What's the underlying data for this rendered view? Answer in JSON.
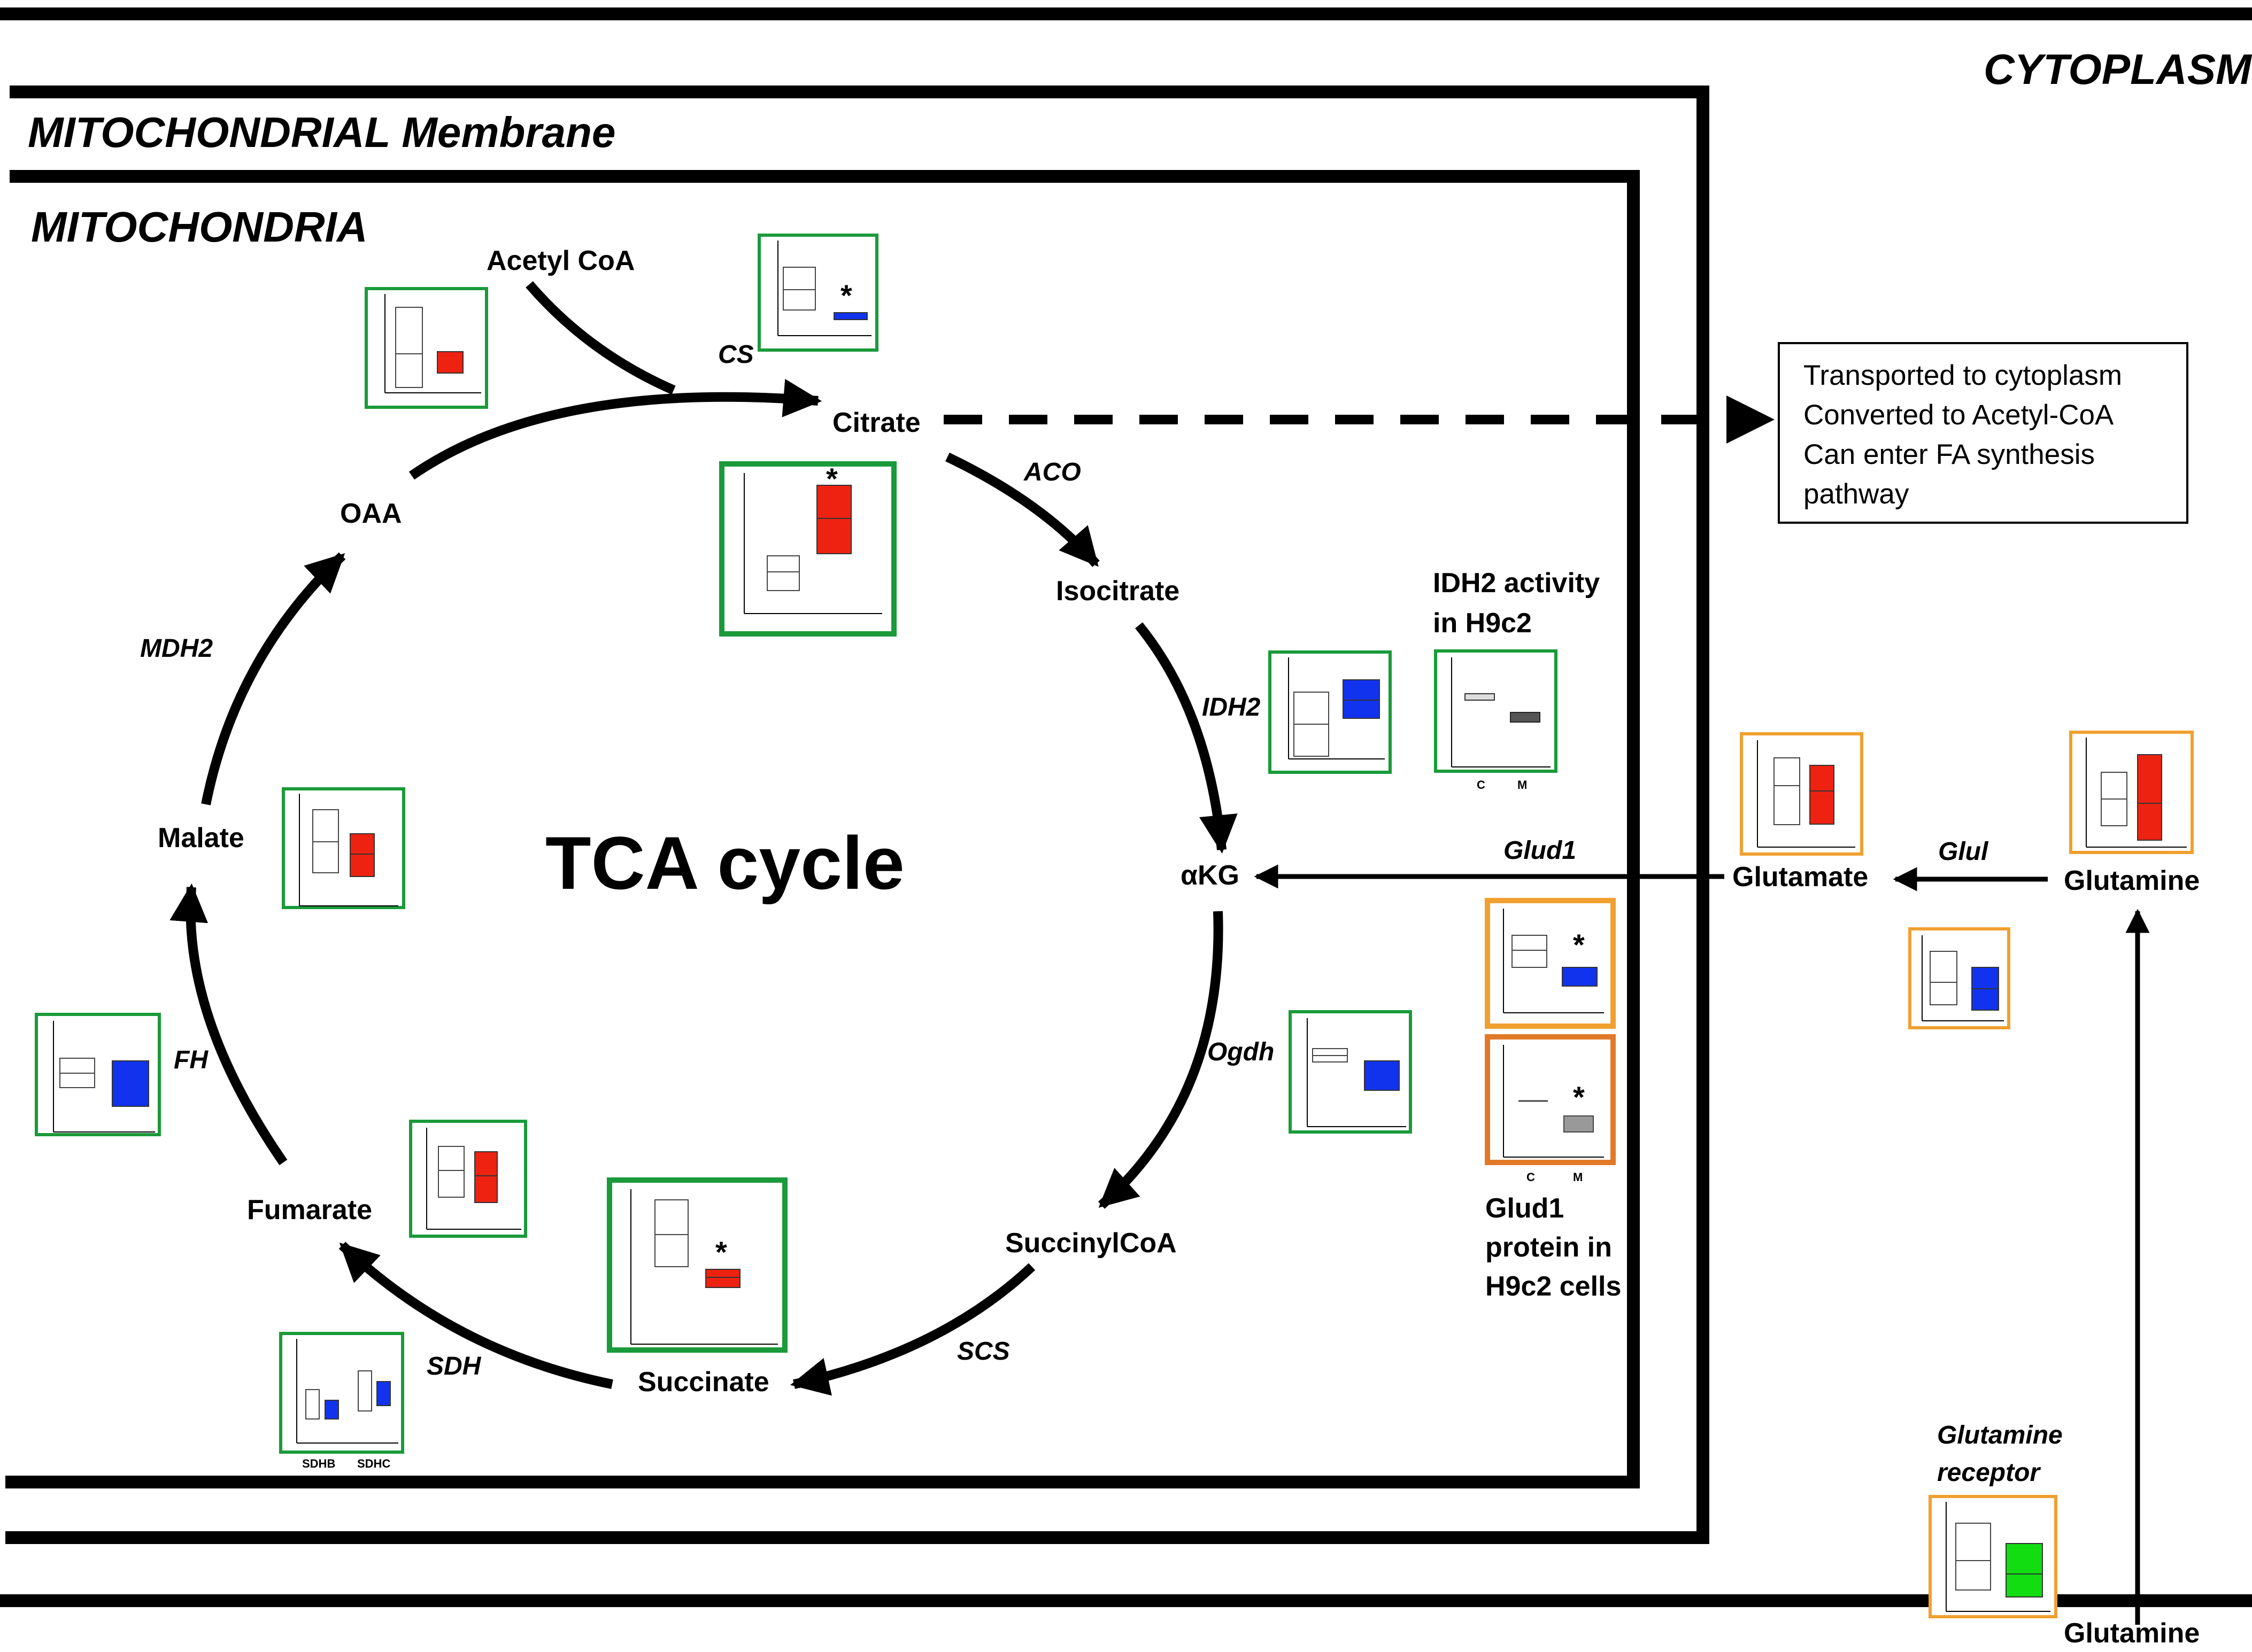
{
  "regions": {
    "cytoplasm": "CYTOPLASM",
    "membrane": "MITOCHONDRIAL Membrane",
    "mitochondria": "MITOCHONDRIA"
  },
  "center_title": "TCA cycle",
  "metabolites": {
    "acetyl_coa": "Acetyl CoA",
    "citrate": "Citrate",
    "isocitrate": "Isocitrate",
    "akg": "αKG",
    "succinylcoa": "SuccinylCoA",
    "succinate": "Succinate",
    "fumarate": "Fumarate",
    "malate": "Malate",
    "oaa": "OAA",
    "glutamate": "Glutamate",
    "glutamine_inner": "Glutamine",
    "glutamine_outer": "Glutamine"
  },
  "enzymes": {
    "cs": "CS",
    "aco": "ACO",
    "idh2": "IDH2",
    "ogdh": "Ogdh",
    "scs": "SCS",
    "sdh": "SDH",
    "fh": "FH",
    "mdh2": "MDH2",
    "glud1": "Glud1",
    "glul": "Glul"
  },
  "notes": {
    "transport_lines": [
      "Transported to cytoplasm",
      "Converted to Acetyl-CoA",
      "Can enter FA synthesis",
      "pathway"
    ],
    "idh2_activity": [
      "IDH2 activity",
      "in H9c2"
    ],
    "glud1_protein": [
      "Glud1",
      "protein in",
      "H9c2 cells"
    ],
    "glutamine_receptor": [
      "Glutamine",
      "receptor"
    ]
  },
  "inset_labels": {
    "control": "C",
    "model": "M",
    "control_2": "C",
    "model_2": "M",
    "sdhb": "SDHB",
    "sdhc": "SDHC",
    "significance": "*"
  },
  "colors": {
    "increased": "#ee2211",
    "decreased": "#1133ee",
    "receptor": "#11dd11",
    "control_box": "#ffffff",
    "gray_box": "#999999",
    "dark_box": "#555555",
    "metabolite_frame": "#1a9a3a",
    "glutamine_frame": "#f0a030",
    "glud1_frame": "#e07a28"
  }
}
